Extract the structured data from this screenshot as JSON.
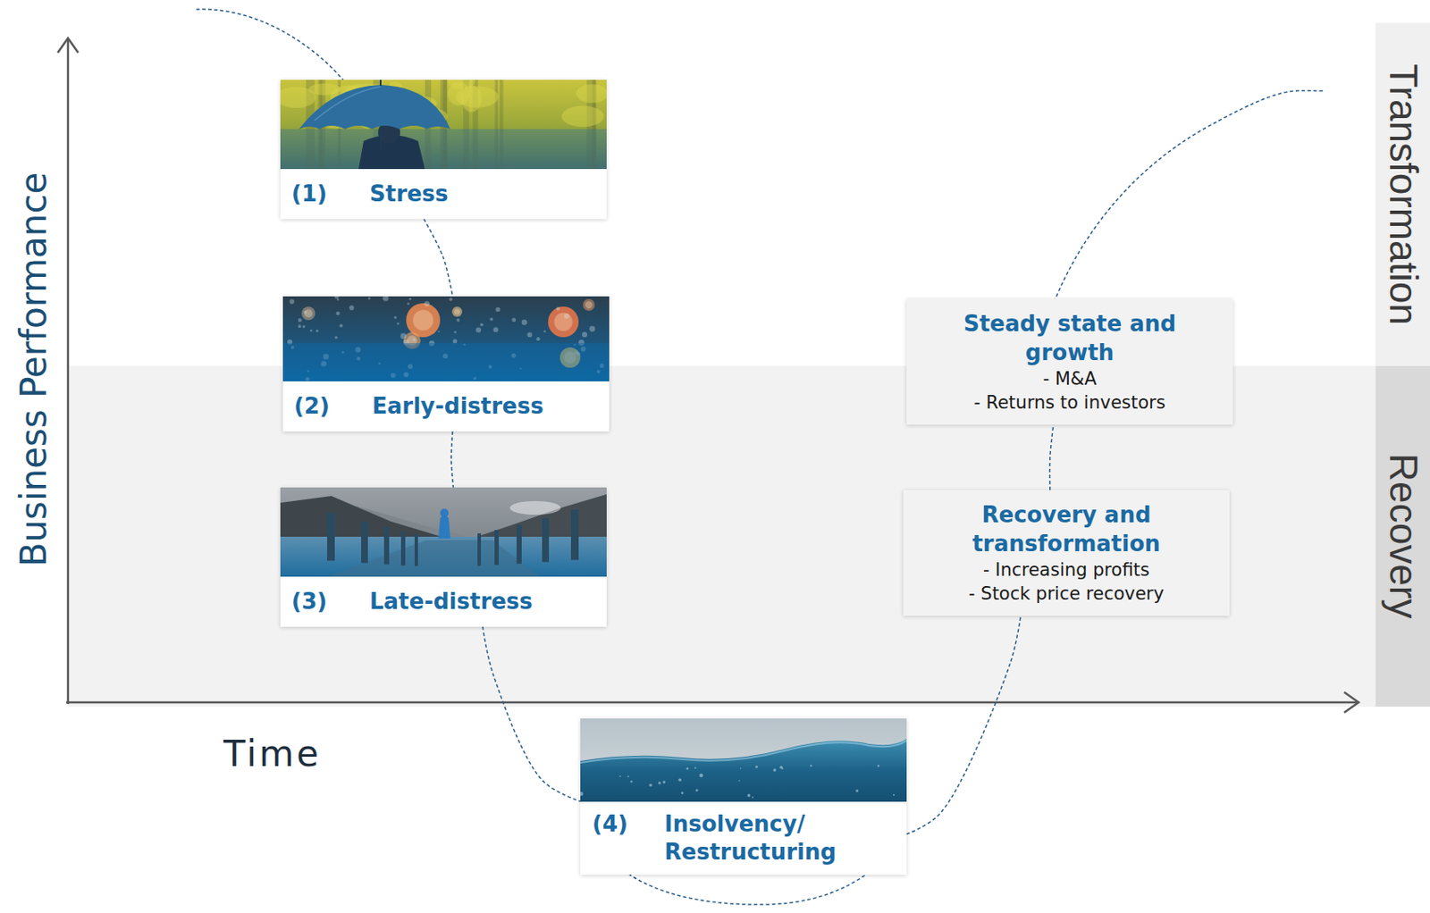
{
  "diagram": {
    "nodes": [
      {
        "text": [
          "(1)",
          "Stress"
        ]
      },
      {
        "text": [
          "(2)",
          "Early-distress"
        ]
      },
      {
        "text": [
          "(3)",
          "Late-distress"
        ]
      },
      {
        "text": [
          "(4)",
          "Insolvency/ Restructuring"
        ]
      },
      {
        "text": [
          "Recovery and transformation",
          "- Increasing profits",
          "- Stock price recovery"
        ]
      },
      {
        "text": [
          "Steady state and growth",
          "- M&A",
          "- Returns to investors"
        ]
      }
    ],
    "edges": [
      {
        "from": 0,
        "to": 1,
        "arrow": "none"
      },
      {
        "from": 1,
        "to": 2,
        "arrow": "none"
      },
      {
        "from": 2,
        "to": 3,
        "arrow": "none"
      },
      {
        "from": 3,
        "to": 4,
        "arrow": "none"
      },
      {
        "from": 4,
        "to": 5,
        "arrow": "none"
      }
    ],
    "labels": [
      "Business Performance",
      "Time",
      "Transformation",
      "Recovery"
    ]
  }
}
